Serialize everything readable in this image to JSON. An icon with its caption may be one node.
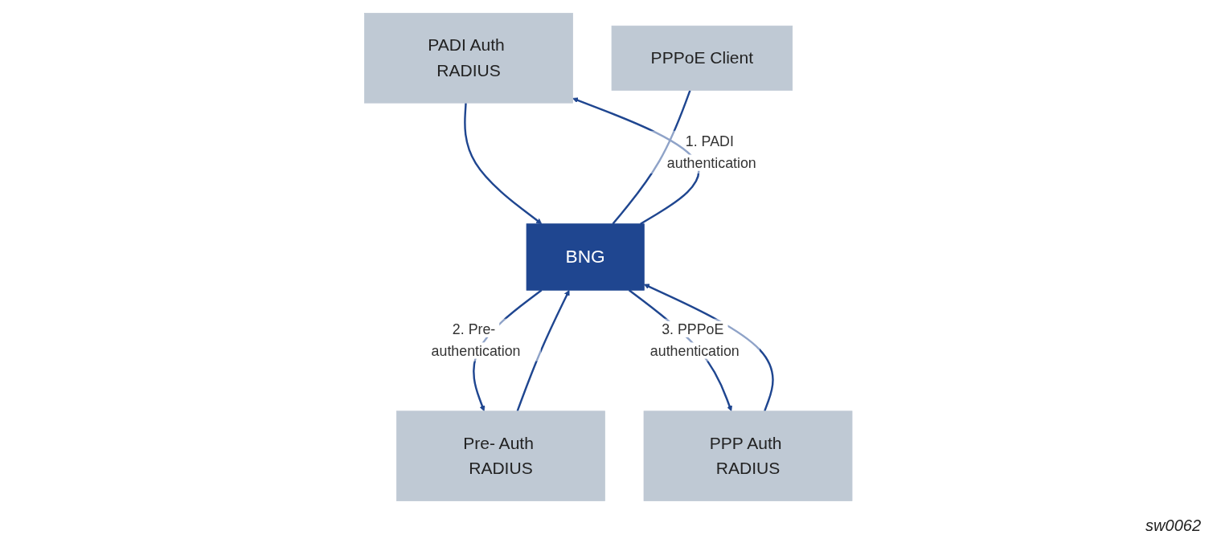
{
  "diagram": {
    "nodes": [
      {
        "text": [
          "PADI Auth RADIUS"
        ]
      },
      {
        "text": [
          "Pre- Auth RADIUS"
        ]
      },
      {
        "text": [
          "PPP Auth RADIUS"
        ]
      },
      {
        "text": [
          "PPPoE Client"
        ]
      },
      {
        "text": [
          "BNG"
        ]
      }
    ],
    "edges": [
      {
        "from": 0,
        "to": 4,
        "arrow": "to"
      },
      {
        "from": 4,
        "to": 0,
        "arrow": "to",
        "label": "1. PADI authentication"
      },
      {
        "from": 1,
        "to": 4,
        "arrow": "to"
      },
      {
        "from": 4,
        "to": 1,
        "arrow": "to",
        "label": "2. Pre- authentication"
      },
      {
        "from": 2,
        "to": 4,
        "arrow": "to"
      },
      {
        "from": 4,
        "to": 2,
        "arrow": "to",
        "label": "3. PPPoE authentication"
      },
      {
        "from": 3,
        "to": 4,
        "arrow": "none"
      }
    ],
    "labels": [
      "sw0062"
    ]
  }
}
